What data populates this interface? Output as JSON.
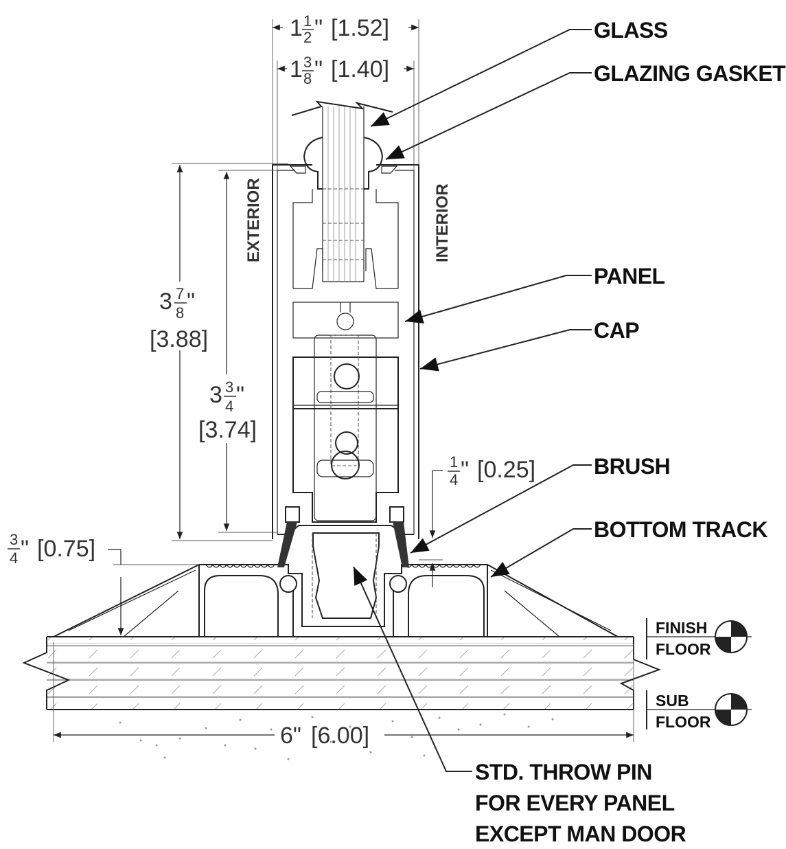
{
  "labels": {
    "glass": "GLASS",
    "glazing_gasket": "GLAZING GASKET",
    "panel": "PANEL",
    "cap": "CAP",
    "brush": "BRUSH",
    "bottom_track": "BOTTOM TRACK",
    "exterior": "EXTERIOR",
    "interior": "INTERIOR",
    "finish_floor_1": "FINISH",
    "finish_floor_2": "FLOOR",
    "sub_floor_1": "SUB",
    "sub_floor_2": "FLOOR",
    "pin_note_1": "STD. THROW PIN",
    "pin_note_2": "FOR EVERY PANEL",
    "pin_note_3": "EXCEPT MAN DOOR"
  },
  "dimensions": {
    "width_overall": {
      "whole": "1",
      "num": "1",
      "den": "2",
      "unit": "\"",
      "metric": "[1.52]"
    },
    "width_panel": {
      "whole": "1",
      "num": "3",
      "den": "8",
      "unit": "\"",
      "metric": "[1.40]"
    },
    "height_overall": {
      "whole": "3",
      "num": "7",
      "den": "8",
      "unit": "\"",
      "metric": "[3.88]"
    },
    "height_panel": {
      "whole": "3",
      "num": "3",
      "den": "4",
      "unit": "\"",
      "metric": "[3.74]"
    },
    "gap_bottom": {
      "num": "1",
      "den": "4",
      "unit": "\"",
      "metric": "[0.25]"
    },
    "track_height": {
      "num": "3",
      "den": "4",
      "unit": "\"",
      "metric": "[0.75]"
    },
    "track_width": {
      "value": "6\"",
      "metric": "[6.00]"
    }
  }
}
